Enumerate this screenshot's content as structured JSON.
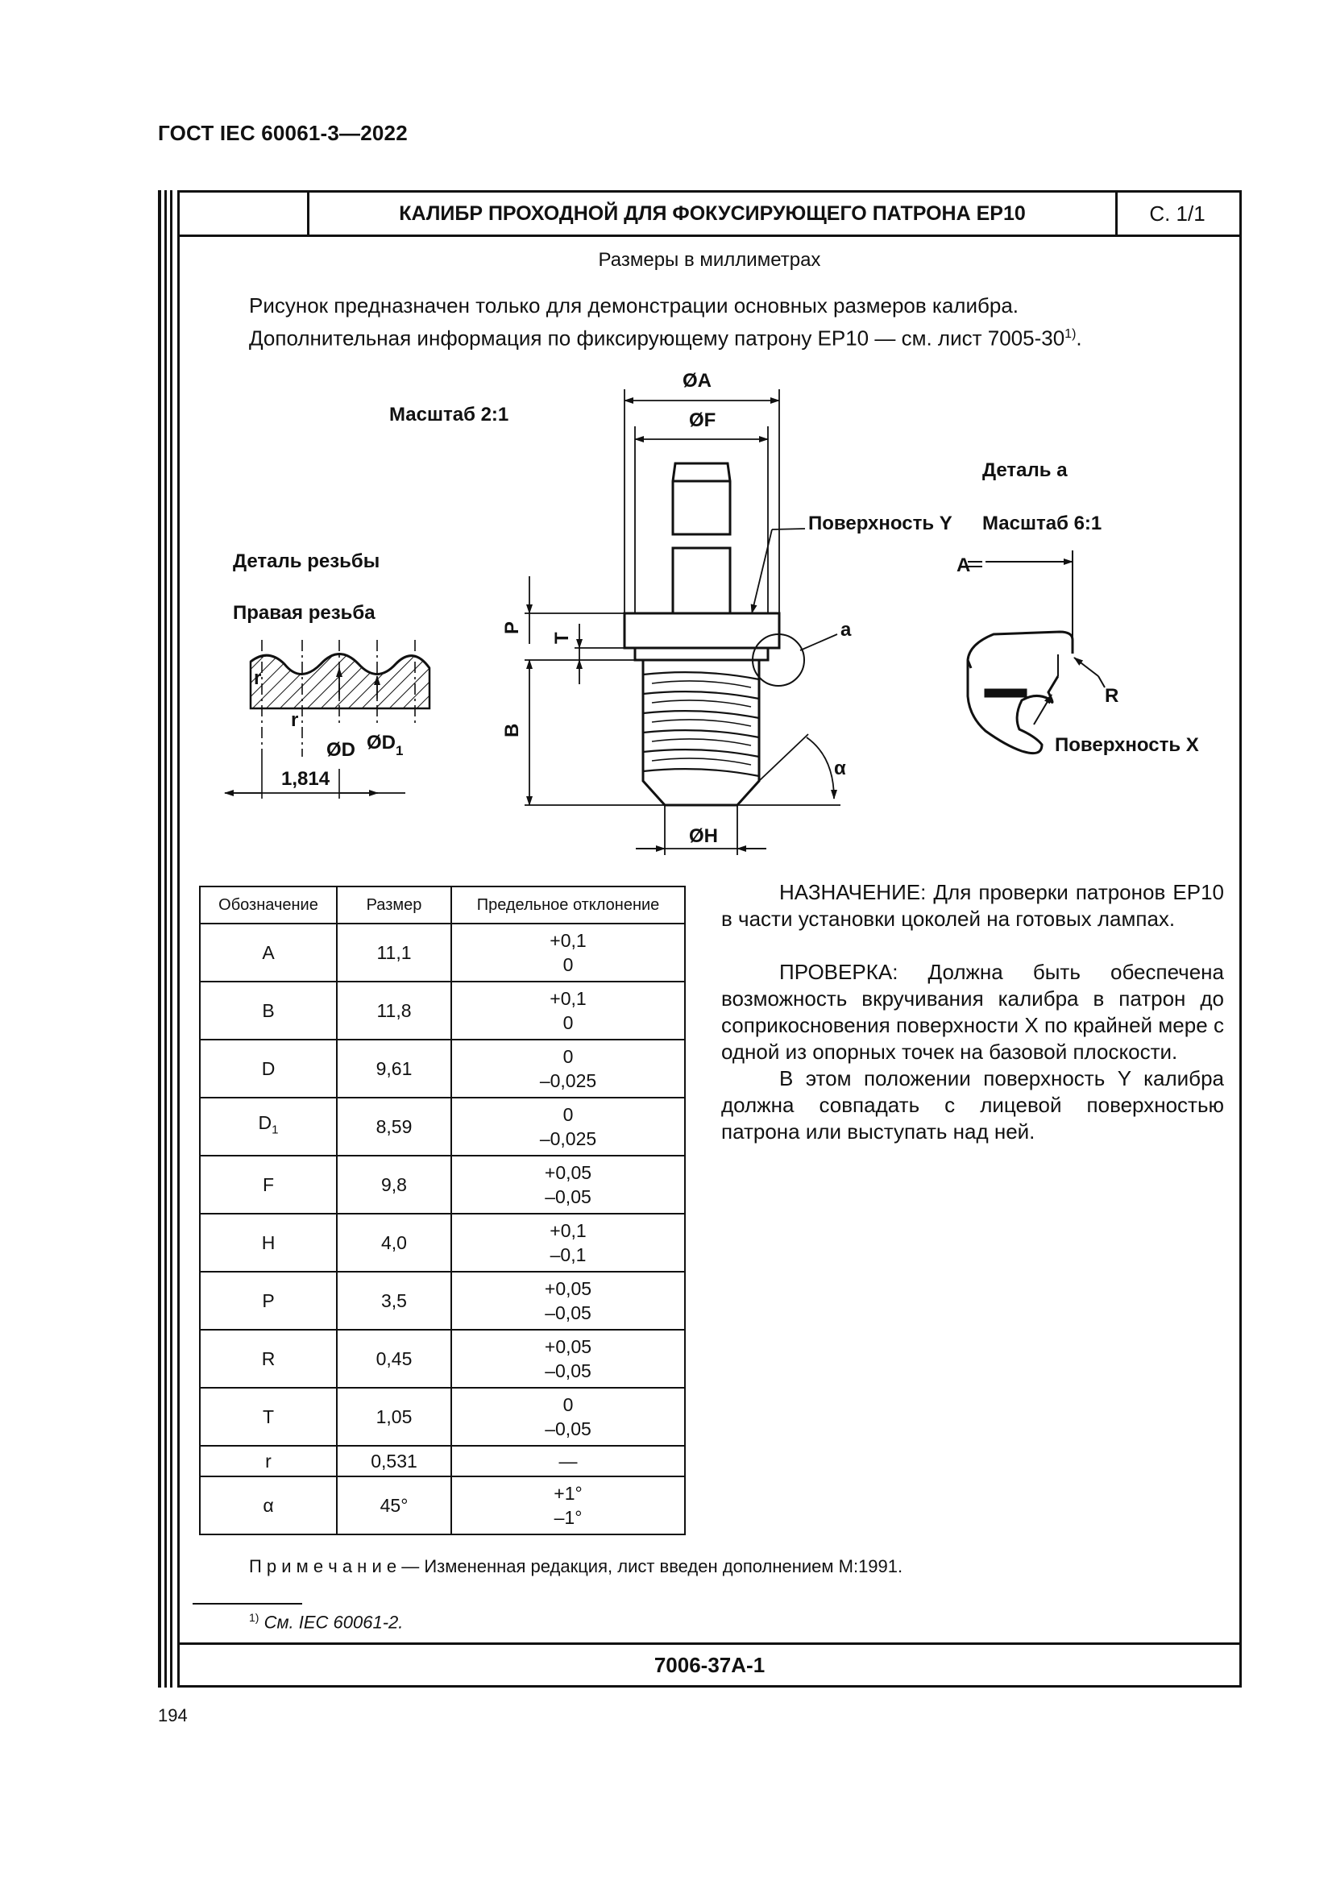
{
  "doc_header": "ГОСТ IEC 60061-3—2022",
  "title": "КАЛИБР ПРОХОДНОЙ ДЛЯ ФОКУСИРУЮЩЕГО ПАТРОНА ЕР10",
  "sheet": "С. 1/1",
  "units": "Размеры в миллиметрах",
  "intro_line1": "Рисунок предназначен только для демонстрации основных размеров калибра.",
  "intro_line2": "Дополнительная информация по фиксирующему патрону ЕР10 — см. лист 7005-30",
  "intro_sup": "1)",
  "intro_end": ".",
  "drawing": {
    "scale_main": "Масштаб 2:1",
    "detail_thread": "Деталь резьбы",
    "right_thread": "Правая резьба",
    "detail_a": "Деталь a",
    "scale_detail": "Масштаб 6:1",
    "surface_y": "Поверхность Y",
    "surface_x": "Поверхность X",
    "dim_a": "ØA",
    "dim_f": "ØF",
    "dim_h": "ØH",
    "dim_d": "ØD",
    "dim_d1": "ØD",
    "dim_d1_sub": "1",
    "dim_1814": "1,814",
    "lbl_p": "P",
    "lbl_t": "T",
    "lbl_b": "B",
    "lbl_alpha": "α",
    "lbl_a": "a",
    "lbl_A": "A",
    "lbl_R": "R",
    "lbl_r1": "r",
    "lbl_r2": "r"
  },
  "table": {
    "headers": [
      "Обозначение",
      "Размер",
      "Предельное отклонение"
    ],
    "rows": [
      {
        "sym": "A",
        "size": "11,1",
        "dev1": "+0,1",
        "dev2": "0"
      },
      {
        "sym": "B",
        "size": "11,8",
        "dev1": "+0,1",
        "dev2": "0"
      },
      {
        "sym": "D",
        "size": "9,61",
        "dev1": "0",
        "dev2": "–0,025"
      },
      {
        "sym": "D",
        "sub": "1",
        "size": "8,59",
        "dev1": "0",
        "dev2": "–0,025"
      },
      {
        "sym": "F",
        "size": "9,8",
        "dev1": "+0,05",
        "dev2": "–0,05"
      },
      {
        "sym": "H",
        "size": "4,0",
        "dev1": "+0,1",
        "dev2": "–0,1"
      },
      {
        "sym": "P",
        "size": "3,5",
        "dev1": "+0,05",
        "dev2": "–0,05"
      },
      {
        "sym": "R",
        "size": "0,45",
        "dev1": "+0,05",
        "dev2": "–0,05"
      },
      {
        "sym": "T",
        "size": "1,05",
        "dev1": "0",
        "dev2": "–0,05"
      },
      {
        "sym": "r",
        "size": "0,531",
        "dev1": "—",
        "dev2": ""
      },
      {
        "sym": "α",
        "size": "45°",
        "dev1": "+1°",
        "dev2": "–1°"
      }
    ]
  },
  "purpose": "НАЗНАЧЕНИЕ: Для проверки патронов ЕР10 в части установки цоколей на готовых лампах.",
  "check1": "ПРОВЕРКА: Должна быть обеспечена возможность вкручивания калибра в патрон до соприкосновения поверхности X по крайней мере с одной из опорных точек на базовой плоскости.",
  "check2": "В этом положении поверхность Y калибра должна совпадать с лицевой поверхностью патрона или выступать над ней.",
  "note_label": "П р и м е ч а н и е",
  "note_text": " — Измененная редакция, лист введен дополнением М:1991.",
  "footnote_mark": "1)",
  "footnote_text": "См. IEC 60061-2.",
  "sheet_code": "7006-37A-1",
  "page_number": "194"
}
